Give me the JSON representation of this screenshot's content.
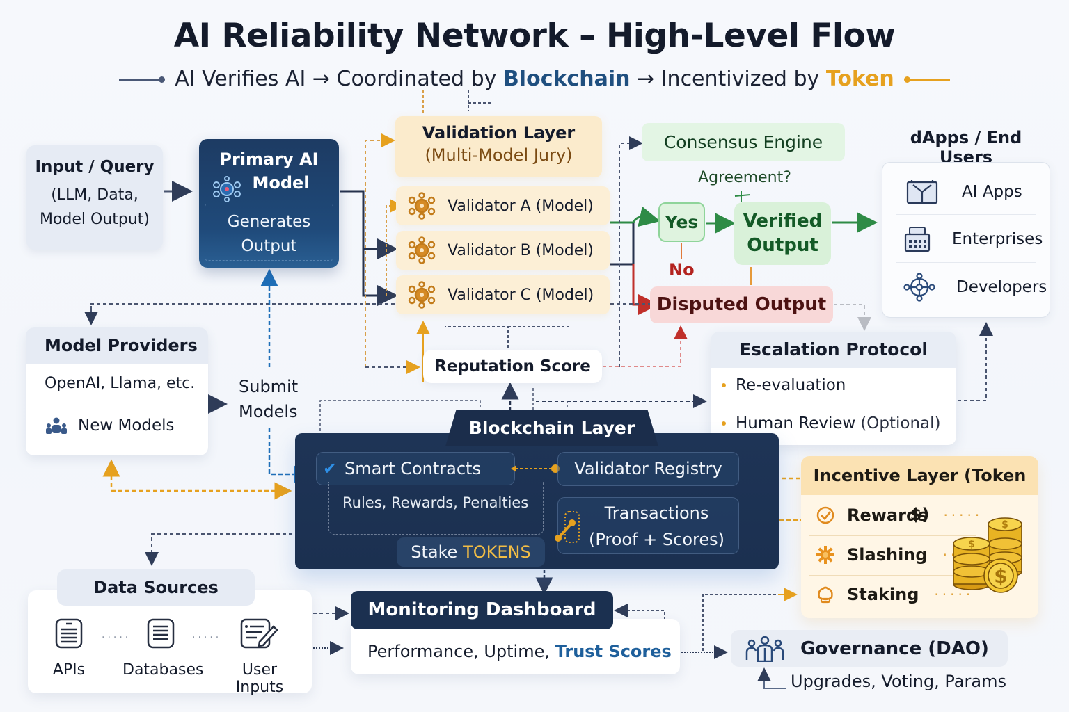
{
  "title": "AI Reliability Network – High-Level Flow",
  "subtitle": {
    "part1": "AI Verifies AI",
    "arrow": "→",
    "part2": "Coordinated by",
    "blockchain": "Blockchain",
    "part3": "Incentivized by",
    "token": "Token"
  },
  "input": {
    "heading": "Input / Query",
    "line1": "(LLM, Data,",
    "line2": "Model Output)"
  },
  "primary_model": {
    "line1": "Primary AI",
    "line2": "Model",
    "sub1": "Generates",
    "sub2": "Output",
    "icon": "neural-network-icon"
  },
  "validation": {
    "heading": "Validation Layer",
    "subheading": "(Multi-Model Jury)",
    "validators": [
      {
        "label": "Validator A (Model)",
        "icon": "validator-gear-icon"
      },
      {
        "label": "Validator B (Model)",
        "icon": "validator-gear-icon"
      },
      {
        "label": "Validator C (Model)",
        "icon": "validator-gear-icon"
      }
    ]
  },
  "consensus": {
    "heading": "Consensus Engine",
    "question": "Agreement?",
    "yes": "Yes",
    "no": "No",
    "verified_line1": "Verified",
    "verified_line2": "Output",
    "disputed": "Disputed Output"
  },
  "dapps": {
    "heading": "dApps / End Users",
    "items": [
      {
        "label": "AI Apps",
        "icon": "app-window-icon"
      },
      {
        "label": "Enterprises",
        "icon": "enterprise-building-icon"
      },
      {
        "label": "Developers",
        "icon": "developer-network-icon"
      }
    ]
  },
  "providers": {
    "heading": "Model Providers",
    "item1": "OpenAI, Llama, etc.",
    "item2": "New Models",
    "item2_icon": "people-group-icon",
    "submit_line1": "Submit",
    "submit_line2": "Models"
  },
  "reputation": {
    "label": "Reputation Score"
  },
  "escalation": {
    "heading": "Escalation Protocol",
    "item1": "Re-evaluation",
    "item2": "Human Review",
    "item2_note": "(Optional)"
  },
  "blockchain": {
    "heading": "Blockchain Layer",
    "smart_contracts": "Smart Contracts",
    "rules": "Rules, Rewards, Penalties",
    "stake_prefix": "Stake",
    "stake_tokens": "TOKENS",
    "registry": "Validator Registry",
    "tx_line1": "Transactions",
    "tx_line2": "(Proof + Scores)"
  },
  "incentive": {
    "heading": "Incentive Layer (Token $)",
    "items": [
      {
        "label": "Rewards",
        "icon": "badge-check-icon"
      },
      {
        "label": "Slashing",
        "icon": "burst-gear-icon"
      },
      {
        "label": "Staking",
        "icon": "hand-stake-icon"
      }
    ],
    "coins_icon": "coin-stack-icon"
  },
  "data_sources": {
    "heading": "Data Sources",
    "items": [
      {
        "label": "APIs",
        "icon": "api-document-icon"
      },
      {
        "label": "Databases",
        "icon": "database-document-icon"
      },
      {
        "label": "User Inputs",
        "icon": "edit-form-icon"
      }
    ]
  },
  "monitoring": {
    "heading": "Monitoring Dashboard",
    "metrics": "Performance, Uptime,",
    "trust": "Trust Scores"
  },
  "governance": {
    "heading": "Governance (DAO)",
    "sub": "Upgrades, Voting, Params",
    "icon": "community-group-icon"
  },
  "colors": {
    "navy": "#1b3050",
    "blockchain_blue": "#1f4f7f",
    "token_gold": "#e6a11f",
    "verified_green": "#2e8b46",
    "disputed_red": "#c0302b",
    "validation_fill": "#fbebcc"
  }
}
